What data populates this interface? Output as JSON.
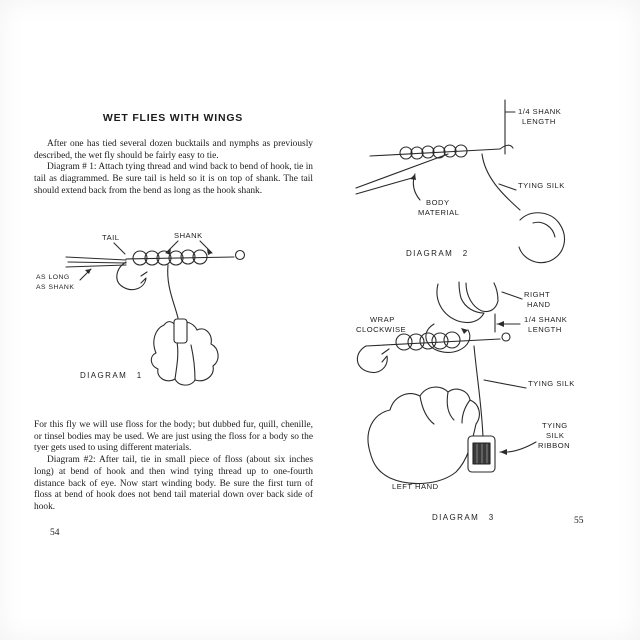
{
  "left_page": {
    "title": "WET FLIES WITH WINGS",
    "para1": "After one has tied several dozen bucktails and nymphs as previously described, the wet fly should be fairly easy to tie.",
    "para2": "Diagram # 1: Attach tying thread and wind back to bend of hook, tie in tail as diagrammed. Be sure tail is held so it is on top of shank. The tail should extend back from the bend as long as the hook shank.",
    "diagram1": {
      "label_tail": "TAIL",
      "label_shank": "SHANK",
      "label_as_long": "AS LONG",
      "label_as_shank": "AS SHANK",
      "caption": "DIAGRAM 1"
    },
    "para3": "For this fly we will use floss for the body; but dubbed fur, quill, chenille, or tinsel bodies may be used. We are just using the floss for a body so the tyer gets used to using different materials.",
    "para4": "Diagram #2: After tail, tie in small piece of floss (about six inches long) at bend of hook and then wind tying thread up to one-fourth distance back of eye. Now start winding body. Be sure the first turn of floss at bend of hook does not bend tail material down over back side of hook.",
    "page_number": "54"
  },
  "right_page": {
    "diagram2": {
      "label_quarter_shank_1": "1/4 SHANK",
      "label_quarter_shank_2": "LENGTH",
      "label_tying_silk": "TYING SILK",
      "label_body_1": "BODY",
      "label_body_2": "MATERIAL",
      "caption": "DIAGRAM 2"
    },
    "diagram3": {
      "label_right_hand_1": "RIGHT",
      "label_right_hand_2": "HAND",
      "label_wrap_1": "WRAP",
      "label_wrap_2": "CLOCKWISE",
      "label_quarter_shank_1": "1/4 SHANK",
      "label_quarter_shank_2": "LENGTH",
      "label_tying_silk": "TYING SILK",
      "label_ribbon_1": "TYING",
      "label_ribbon_2": "SILK",
      "label_ribbon_3": "RIBBON",
      "label_left_hand": "LEFT HAND",
      "caption": "DIAGRAM 3"
    },
    "page_number": "55"
  }
}
